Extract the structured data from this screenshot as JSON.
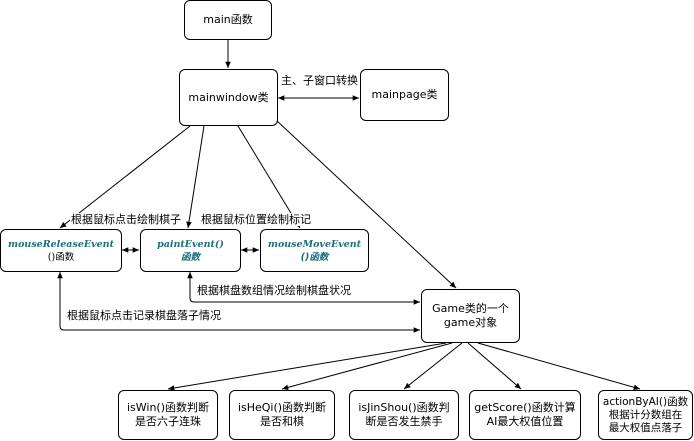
{
  "nodes": {
    "main": "main函数",
    "mainwindow": "mainwindow类",
    "mainpage": "mainpage类",
    "mouseRelease_code": "mouseReleaseEvent",
    "mouseRelease_suffix": "()函数",
    "paint_code": "paintEvent()",
    "paint_suffix": "函数",
    "mouseMove_code": "mouseMoveEvent",
    "mouseMove_suffix": "()函数",
    "game_line1": "Game类的一个",
    "game_line2": "game对象",
    "iswin_line1": "isWin()函数判断",
    "iswin_line2": "是否六子连珠",
    "isheqi_line1": "isHeQi()函数判断",
    "isheqi_line2": "是否和棋",
    "isjinshou_line1": "isJinShou()函数判",
    "isjinshou_line2": "断是否发生禁手",
    "getscore_line1": "getScore()函数计算",
    "getscore_line2": "AI最大权值位置",
    "actionbyai_line1": "actionByAI()函数",
    "actionbyai_line2": "根据计分数组在",
    "actionbyai_line3": "最大权值点落子"
  },
  "labels": {
    "switch": "主、子窗口转换",
    "click_draw": "根据鼠标点击绘制棋子",
    "pos_mark": "根据鼠标位置绘制标记",
    "board_array": "根据棋盘数组情况绘制棋盘状况",
    "click_record": "根据鼠标点击记录棋盘落子情况"
  },
  "colors": {
    "border": "#000000",
    "code_text": "#1d6f78",
    "line": "#000000"
  }
}
